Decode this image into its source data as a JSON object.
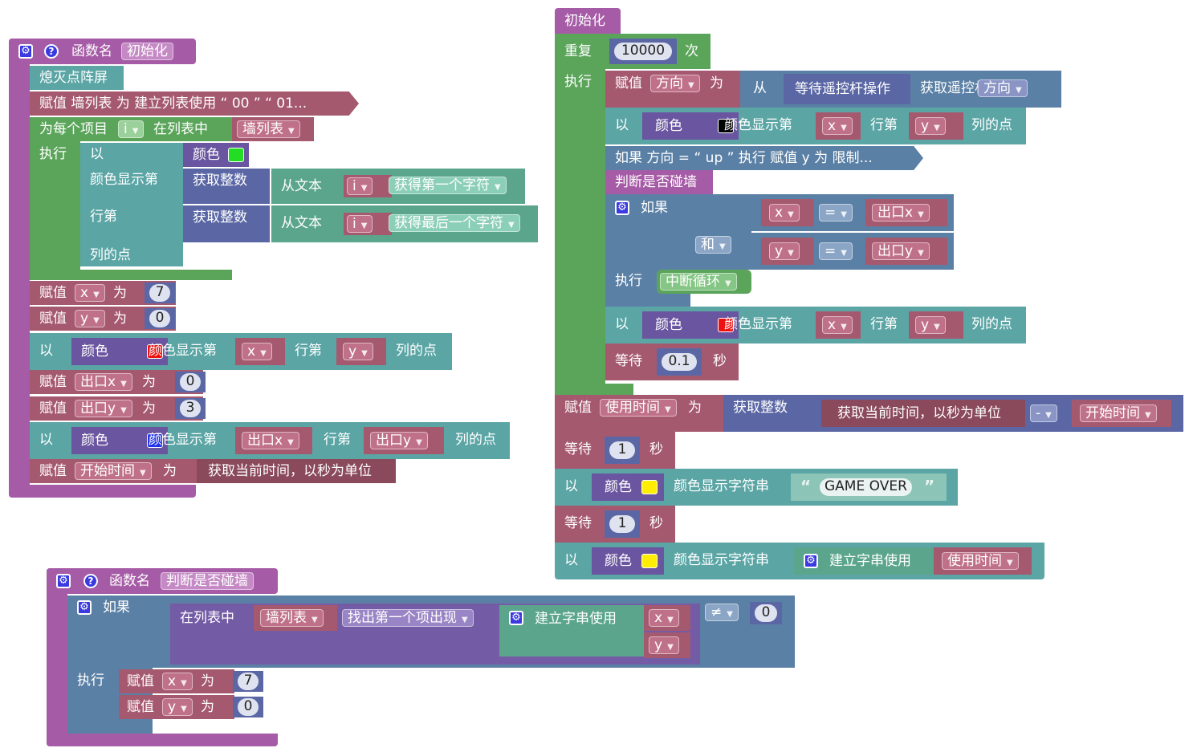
{
  "func1": {
    "header": "函数名",
    "name": "初始化",
    "clear": "熄灭点阵屏",
    "assign_wall": "赋值 墙列表 为 建立列表使用 “ 00 ” “ 01...",
    "foreach": "为每个项目",
    "foreach_var": "i",
    "in_list": "在列表中",
    "list_var": "墙列表",
    "exec": "执行",
    "with": "以",
    "color_label": "颜色",
    "show_at": "颜色显示第",
    "get_int": "获取整数",
    "from_text": "从文本",
    "first_char": "获得第一个字符",
    "last_char": "获得最后一个字符",
    "row": "行第",
    "col_dot": "列的点",
    "assign": "赋值",
    "to": "为",
    "x_var": "x",
    "y_var": "y",
    "x_val": "7",
    "y_val": "0",
    "exitx_var": "出口x",
    "exity_var": "出口y",
    "exitx_val": "0",
    "exity_val": "3",
    "start_var": "开始时间",
    "get_time": "获取当前时间，以秒为单位"
  },
  "func2": {
    "header": "函数名",
    "name": "判断是否碰墙",
    "if": "如果",
    "in_list": "在列表中",
    "list_var": "墙列表",
    "find_first": "找出第一个项出现",
    "build_str": "建立字串使用",
    "x_var": "x",
    "y_var": "y",
    "neq": "≠",
    "zero": "0",
    "exec": "执行",
    "assign": "赋值",
    "to": "为",
    "x_val": "7",
    "y_val": "0"
  },
  "main": {
    "header": "初始化",
    "repeat": "重复",
    "times_val": "10000",
    "times": "次",
    "exec": "执行",
    "assign": "赋值",
    "dir_var": "方向",
    "to": "为",
    "from": "从",
    "wait_joy": "等待遥控杆操作",
    "get_joy": "获取遥控杆",
    "joy_dir": "方向",
    "with": "以",
    "color_label": "颜色",
    "show_at": "颜色显示第",
    "x_var": "x",
    "row": "行第",
    "y_var": "y",
    "col_dot": "列的点",
    "if_up": "如果 方向 = “ up ” 执行 赋值 y 为 限制...",
    "check_wall": "判断是否碰墙",
    "if": "如果",
    "and": "和",
    "eq": "=",
    "exitx_var": "出口x",
    "exity_var": "出口y",
    "break": "中断循环",
    "wait": "等待",
    "wait_val": "0.1",
    "sec": "秒",
    "used_var": "使用时间",
    "get_int": "获取整数",
    "get_time": "获取当前时间，以秒为单位",
    "minus": "-",
    "start_var": "开始时间",
    "wait_one": "1",
    "show_str": "颜色显示字符串",
    "game_over": "GAME OVER",
    "build_str": "建立字串使用"
  },
  "colors": {
    "green": "#22dd22",
    "red": "#ee1111",
    "blue": "#2233ee",
    "black": "#000000",
    "yellow": "#ffee00"
  }
}
